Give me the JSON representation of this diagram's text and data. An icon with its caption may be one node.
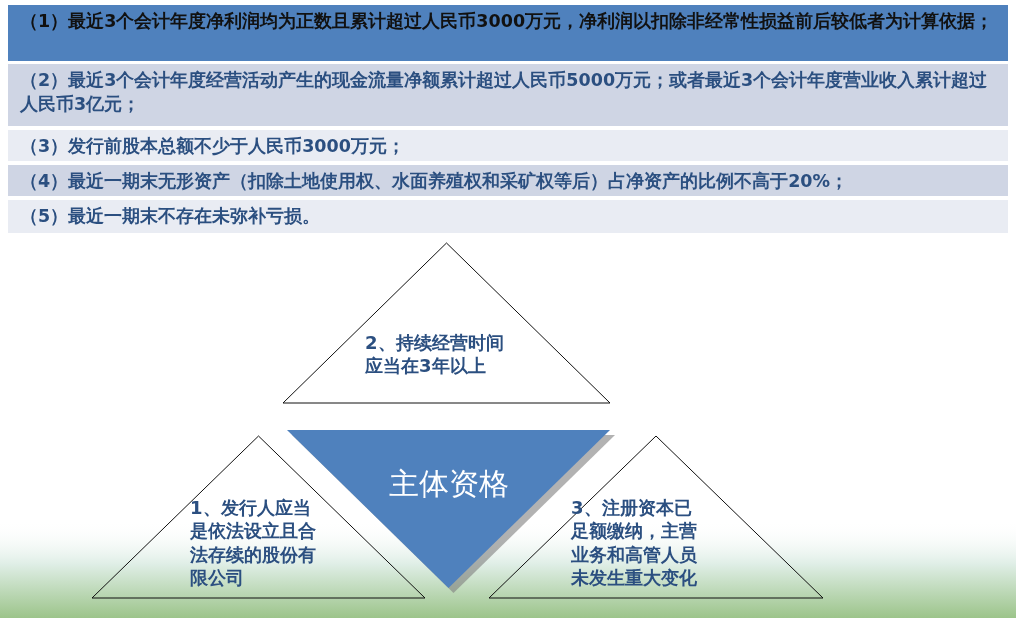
{
  "diagram": {
    "nodes": [
      {
        "text": [
          "（1）最近3个会计年度净利润均为正数且累计超过人民币3000万元，净利润以扣除非经常性损益前后较低者为计算依据；"
        ]
      },
      {
        "text": [
          "（2）最近3个会计年度经营活动产生的现金流量净额累计超过人民币5000万元；或者最近3个会计年度营业收入累计超过人民币3亿元；"
        ]
      },
      {
        "text": [
          "（3）发行前股本总额不少于人民币3000万元；"
        ]
      },
      {
        "text": [
          "（4）最近一期末无形资产（扣除土地使用权、水面养殖权和采矿权等后）占净资产的比例不高于20%；"
        ]
      },
      {
        "text": [
          "（5）最近一期末不存在未弥补亏损。"
        ]
      },
      {
        "text": [
          "2、持续经营时间应当在3年以上"
        ]
      },
      {
        "text": [
          "主体资格"
        ]
      },
      {
        "text": [
          "1、发行人应当是依法设立且合法存续的股份有限公司"
        ]
      },
      {
        "text": [
          "3、注册资本已足额缴纳，主营业务和高管人员未发生重大变化"
        ]
      }
    ],
    "edges": []
  }
}
